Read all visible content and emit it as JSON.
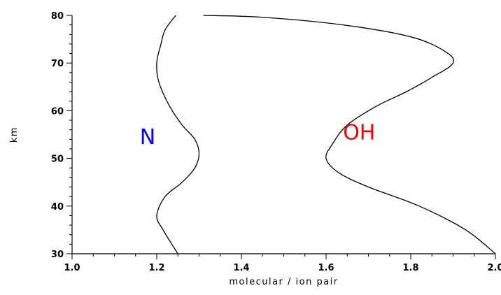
{
  "chart_data": {
    "type": "line",
    "xlabel": "molecular / ion pair",
    "ylabel": "km",
    "xlim": [
      1.0,
      2.0
    ],
    "ylim": [
      30,
      80
    ],
    "xticks": [
      "1.0",
      "1.2",
      "1.4",
      "1.6",
      "1.8",
      "2.0"
    ],
    "yticks": [
      "30",
      "40",
      "50",
      "60",
      "70",
      "80"
    ],
    "grid": false,
    "series": [
      {
        "name": "N",
        "color": "#0000ff",
        "points": [
          [
            1.25,
            30
          ],
          [
            1.215,
            35
          ],
          [
            1.2,
            38
          ],
          [
            1.22,
            42
          ],
          [
            1.26,
            45
          ],
          [
            1.29,
            48
          ],
          [
            1.3,
            51
          ],
          [
            1.29,
            54
          ],
          [
            1.26,
            57
          ],
          [
            1.23,
            61
          ],
          [
            1.205,
            66
          ],
          [
            1.2,
            70
          ],
          [
            1.21,
            74
          ],
          [
            1.22,
            77
          ],
          [
            1.245,
            80
          ]
        ]
      },
      {
        "name": "OH",
        "color": "#ff0000",
        "points": [
          [
            2.0,
            30
          ],
          [
            1.93,
            35
          ],
          [
            1.82,
            40
          ],
          [
            1.7,
            44
          ],
          [
            1.63,
            47
          ],
          [
            1.6,
            50
          ],
          [
            1.615,
            53
          ],
          [
            1.65,
            57
          ],
          [
            1.72,
            61
          ],
          [
            1.79,
            64
          ],
          [
            1.85,
            67
          ],
          [
            1.9,
            70
          ],
          [
            1.88,
            72.5
          ],
          [
            1.8,
            75.5
          ],
          [
            1.64,
            78
          ],
          [
            1.45,
            79.6
          ],
          [
            1.31,
            80
          ]
        ]
      }
    ]
  }
}
